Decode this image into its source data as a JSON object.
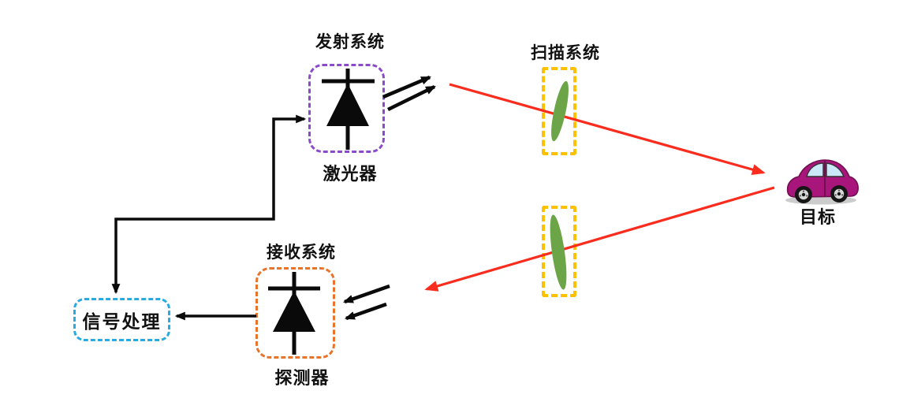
{
  "diagram": {
    "type": "lidar-system-schematic",
    "nodes": {
      "transmitter": {
        "system_label": "发射系统",
        "device_label": "激光器"
      },
      "scanner": {
        "system_label": "扫描系统"
      },
      "receiver": {
        "system_label": "接收系统",
        "device_label": "探测器"
      },
      "signal_processor": {
        "label": "信号处理"
      },
      "target": {
        "label": "目标"
      }
    },
    "icons": {
      "laser_diode": "diode-symbol",
      "detector_diode": "diode-symbol",
      "lens_top": "tilted-green-lens-ellipse",
      "lens_bottom": "tilted-green-lens-ellipse",
      "target_car": "magenta-car-side-view"
    },
    "flows": {
      "control": "signal_processor <-> transmitter (black double-headed elbow line)",
      "detector_output": "receiver -> signal_processor (black arrow)",
      "emitted_light": "laser -> double black arrows -> red beam -> target",
      "returned_light": "target -> red beam -> double black arrows -> detector"
    }
  },
  "colors": {
    "transmitter_box": "#8B4BC9",
    "scanner_box": "#FFC000",
    "receiver_box": "#E8732A",
    "signal_box": "#29ABE2",
    "lens": "#6BA547",
    "beam": "#F92C1E",
    "connector": "#0A0A0A",
    "car_body": "#A8157B",
    "car_window": "#CBE8F8",
    "label_text": "#111111"
  }
}
